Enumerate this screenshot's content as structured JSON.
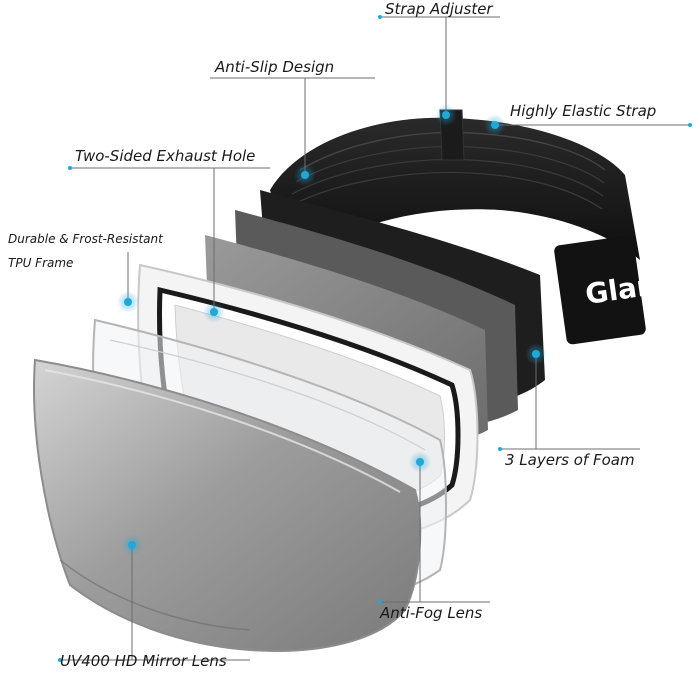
{
  "brand": "Glan",
  "accent_color": "#1fa8d8",
  "callouts": {
    "strap_adjuster": "Strap Adjuster",
    "anti_slip": "Anti-Slip Design",
    "elastic_strap": "Highly Elastic Strap",
    "exhaust_hole": "Two-Sided Exhaust Hole",
    "tpu_frame_line1": "Durable & Frost-Resistant",
    "tpu_frame_line2": "TPU Frame",
    "foam_layers": "3 Layers of Foam",
    "anti_fog_lens": "Anti-Fog Lens",
    "mirror_lens": "UV400 HD Mirror Lens"
  }
}
